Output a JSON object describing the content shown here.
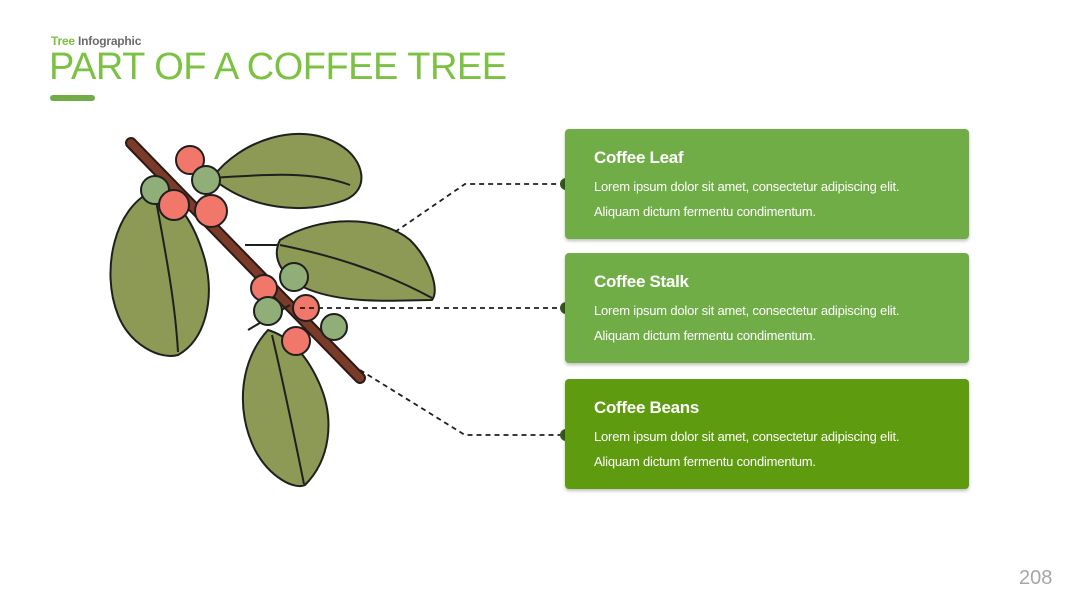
{
  "header": {
    "subtitle_a": "Tree",
    "subtitle_b": "Infographic",
    "title": "PART OF A COFFEE TREE"
  },
  "cards": [
    {
      "title": "Coffee Leaf",
      "line1": "Lorem ipsum dolor sit amet, consectetur adipiscing elit.",
      "line2": "Aliquam dictum fermentu condimentum.",
      "color": "#70ad47"
    },
    {
      "title": "Coffee Stalk",
      "line1": "Lorem ipsum dolor sit amet, consectetur adipiscing elit.",
      "line2": "Aliquam dictum fermentu condimentum.",
      "color": "#70ad47"
    },
    {
      "title": "Coffee Beans",
      "line1": "Lorem ipsum dolor sit amet, consectetur adipiscing elit.",
      "line2": "Aliquam dictum fermentu condimentum.",
      "color": "#5e9b0e"
    }
  ],
  "page_number": "208",
  "colors": {
    "accent": "#7cc242",
    "leaf": "#8c9a56",
    "berry_red": "#f0776a",
    "berry_green": "#8fae78",
    "stem": "#7a3b2a"
  }
}
